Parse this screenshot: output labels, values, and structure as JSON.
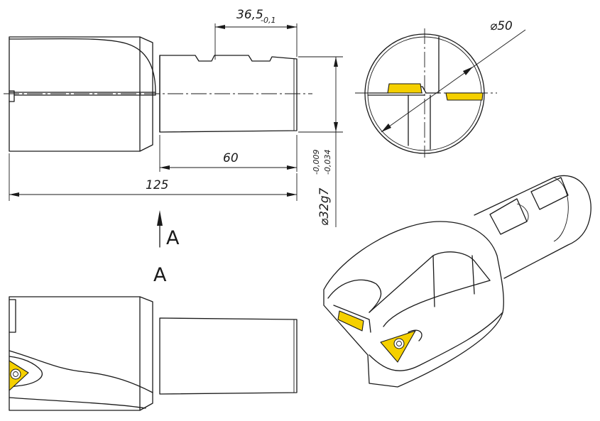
{
  "dimensions": {
    "groove_nominal": "36,5",
    "groove_tol": "-0,1",
    "diameter_head": "⌀50",
    "shank_length": "60",
    "overall_length": "125",
    "shank_diameter": "⌀32g7",
    "shank_tol_upper": "-0,009",
    "shank_tol_lower": "-0,034"
  },
  "views": {
    "view_arrow_label": "A",
    "view_title": "A"
  },
  "colors": {
    "insert_fill": "#f5d000",
    "line": "#1a1a1a",
    "background": "#ffffff"
  }
}
